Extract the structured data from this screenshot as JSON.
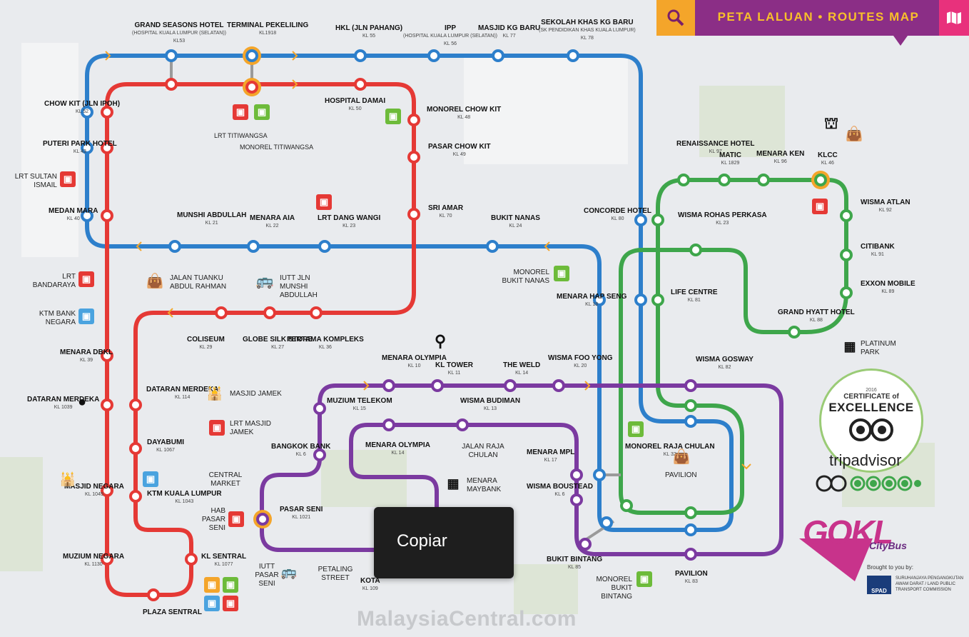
{
  "header": {
    "title": "PETA LALUAN  •  ROUTES MAP",
    "search_icon": "magnifier-icon",
    "map_icon": "map-icon"
  },
  "colors": {
    "blue_line": "#2d7fcb",
    "red_line": "#e53935",
    "green_line": "#3ea64b",
    "purple_line": "#7b3aa0",
    "header_purple": "#8b2e86",
    "header_orange": "#f4a52a",
    "header_pink": "#e8317c",
    "interchange": "#f4a52a"
  },
  "stations": {
    "grand_seasons": {
      "name": "GRAND SEASONS HOTEL",
      "sub": "(HOSPITAL KUALA LUMPUR (SELATAN))",
      "code": "KL53"
    },
    "terminal_pekeliling": {
      "name": "TERMINAL PEKELILING",
      "code": "KL1918"
    },
    "hkl": {
      "name": "HKL (JLN PAHANG)",
      "code": "KL 55"
    },
    "ipp": {
      "name": "IPP",
      "sub": "(HOSPITAL KUALA LUMPUR (SELATAN))",
      "code": "KL 56"
    },
    "masjid_kg_baru": {
      "name": "MASJID KG BARU",
      "code": "KL 77"
    },
    "sekolah_khas": {
      "name": "SEKOLAH KHAS KG BARU",
      "sub": "(SK PENDIDIKAN KHAS KUALA LUMPUR)",
      "code": "KL 78"
    },
    "chow_kit_jln_ipoh": {
      "name": "CHOW KIT (JLN IPOH)",
      "code": "KL 52"
    },
    "putra_park": {
      "name": "PUTERI PARK HOTEL",
      "code": "KL 43"
    },
    "medan_mara": {
      "name": "MEDAN MARA",
      "code": "KL 40"
    },
    "hospital_damai": {
      "name": "HOSPITAL DAMAI",
      "code": "KL 50"
    },
    "monorel_chow_kit": {
      "name": "MONOREL CHOW KIT",
      "code": "KL 48"
    },
    "pasar_chow_kit": {
      "name": "PASAR CHOW KIT",
      "code": "KL 49"
    },
    "sri_amar": {
      "name": "SRI AMAR",
      "code": "KL 70"
    },
    "munshi_abdullah": {
      "name": "MUNSHI ABDULLAH",
      "code": "KL 21"
    },
    "menara_aia": {
      "name": "MENARA AIA",
      "code": "KL 22"
    },
    "lrt_dang_wangi": {
      "name": "LRT DANG WANGI",
      "code": "KL 23"
    },
    "bukit_nanas": {
      "name": "BUKIT NANAS",
      "code": "KL 24"
    },
    "concorde_hotel": {
      "name": "CONCORDE HOTEL",
      "code": "KL 80"
    },
    "menara_hap_seng": {
      "name": "MENARA HAP SENG",
      "code": "KL 18"
    },
    "coliseum": {
      "name": "COLISEUM",
      "code": "KL 29"
    },
    "globe_silk_store": {
      "name": "GLOBE SILK STORE",
      "code": "KL 27"
    },
    "pertama_kompleks": {
      "name": "PERTAMA KOMPLEKS",
      "code": "KL 36"
    },
    "menara_dbkl": {
      "name": "MENARA DBKL",
      "code": "KL 39"
    },
    "dataran_merdeka_left": {
      "name": "DATARAN MERDEKA",
      "code": "KL 1039"
    },
    "dataran_merdeka": {
      "name": "DATARAN MERDEKA",
      "code": "KL 114"
    },
    "dayabumi": {
      "name": "DAYABUMI",
      "code": "KL 1067"
    },
    "ktm_kuala_lumpur": {
      "name": "KTM KUALA LUMPUR",
      "code": "KL 1043"
    },
    "masjid_negara": {
      "name": "MASJID NEGARA",
      "code": "KL 1045"
    },
    "muzium_negara": {
      "name": "MUZIUM NEGARA",
      "code": "KL 1130"
    },
    "kl_sentral": {
      "name": "KL SENTRAL",
      "code": "KL 1077"
    },
    "plaza_sentral": {
      "name": "PLAZA SENTRAL"
    },
    "renaissance": {
      "name": "RENAISSANCE HOTEL",
      "code": "KL 97"
    },
    "matic": {
      "name": "MATIC",
      "code": "KL 1829"
    },
    "menara_ken": {
      "name": "MENARA KEN",
      "code": "KL 96"
    },
    "klcc": {
      "name": "KLCC",
      "code": "KL 46"
    },
    "wisma_atlan": {
      "name": "WISMA ATLAN",
      "code": "KL 92"
    },
    "wisma_rohas": {
      "name": "WISMA ROHAS PERKASA",
      "code": "KL 23"
    },
    "citibank": {
      "name": "CITIBANK",
      "code": "KL 91"
    },
    "exxon_mobile": {
      "name": "EXXON MOBILE",
      "code": "KL 89"
    },
    "life_centre": {
      "name": "LIFE CENTRE",
      "code": "KL 81"
    },
    "grand_hyatt": {
      "name": "GRAND HYATT HOTEL",
      "code": "KL 88"
    },
    "menara_olympia_top": {
      "name": "MENARA OLYMPIA",
      "code": "KL 10"
    },
    "kl_tower": {
      "name": "KL TOWER",
      "code": "KL 11"
    },
    "the_weld": {
      "name": "THE WELD",
      "code": "KL 14"
    },
    "wisma_foo_yong": {
      "name": "WISMA FOO YONG",
      "code": "KL 20"
    },
    "wisma_goldhill": {
      "name": "WISMA GOSWAY",
      "code": "KL 82"
    },
    "wisma_budiman": {
      "name": "WISMA BUDIMAN",
      "code": "KL 13"
    },
    "muzium_telekom": {
      "name": "MUZIUM TELEKOM",
      "code": "KL 15"
    },
    "bangkok_bank": {
      "name": "BANGKOK BANK",
      "code": "KL 6"
    },
    "menara_olympia": {
      "name": "MENARA OLYMPIA",
      "code": "KL 14"
    },
    "menara_mpl": {
      "name": "MENARA MPL",
      "code": "KL 17"
    },
    "wisma_boustead": {
      "name": "WISMA BOUSTEAD",
      "code": "KL 6"
    },
    "monorel_raja_chulan": {
      "name": "MONOREL RAJA CHULAN",
      "code": "KL 32"
    },
    "pasar_seni": {
      "name": "PASAR SENI",
      "code": "KL 1021"
    },
    "bukit_bintang": {
      "name": "BUKIT BINTANG",
      "code": "KL 85"
    },
    "pavilion": {
      "name": "PAVILION",
      "code": "KL 83"
    },
    "kota_raya": {
      "name": "KOTA",
      "code": "KL 109"
    }
  },
  "poi": {
    "lrt_sultan_ismail": "LRT SULTAN ISMAIL",
    "lrt_titiwangsa": "LRT TITIWANGSA",
    "monorel_titiwangsa": "MONOREL TITIWANGSA",
    "lrt_bandaraya": "LRT BANDARAYA",
    "ktm_bank_negara": "KTM BANK NEGARA",
    "jalan_tar": "JALAN TUANKU ABDUL RAHMAN",
    "iutt_munshi": "IUTT JLN MUNSHI ABDULLAH",
    "monorel_bukit_nanas": "MONOREL BUKIT NANAS",
    "masjid_jamek": "MASJID JAMEK",
    "lrt_masjid_jamek": "LRT MASJID JAMEK",
    "central_market": "CENTRAL MARKET",
    "hab_pasar_seni": "HAB PASAR SENI",
    "iutt_pasar_seni": "IUTT PASAR SENI",
    "petaling_street": "PETALING STREET",
    "jalan_raja_chulan": "JALAN RAJA CHULAN",
    "menara_maybank": "MENARA MAYBANK",
    "pavilion_mall": "PAVILION",
    "monorel_bukit_bintang": "MONOREL BUKIT BINTANG",
    "platinum_park": "PLATINUM PARK"
  },
  "badge": {
    "year": "2016",
    "certificate": "CERTIFICATE of",
    "excellence": "EXCELLENCE",
    "brand": "tripadvisor"
  },
  "brand": {
    "logo": "GOKL",
    "sub": "CityBus",
    "brought_by": "Brought to you by:",
    "spad": "SPAD",
    "spad_full": "SURUHANJAYA PENGANGKUTAN AWAM DARAT / LAND PUBLIC TRANSPORT COMMISSION"
  },
  "tooltip": {
    "label": "Copiar"
  },
  "watermark": "MalaysiaCentral.com"
}
